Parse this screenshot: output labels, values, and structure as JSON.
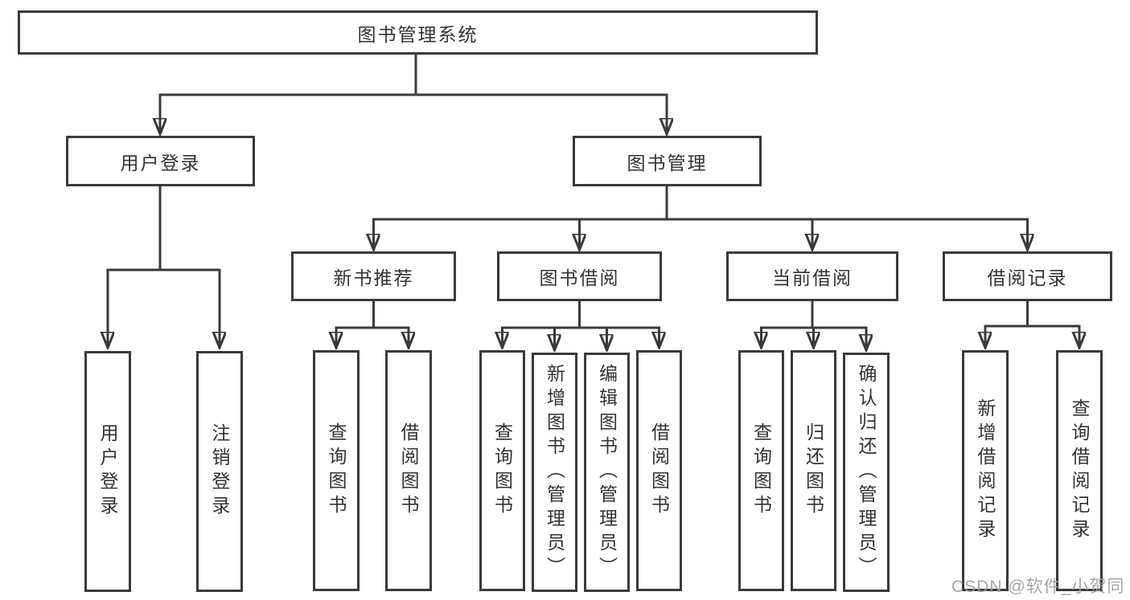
{
  "diagram": {
    "title": "图书管理系统",
    "type": "hierarchy-diagram",
    "colors": {
      "line": "#3a3a3a",
      "box_border": "#3a3a3a",
      "text": "#333333",
      "background": "#ffffff",
      "watermark": "#9e9e9e"
    },
    "nodes": {
      "root": "图书管理系统",
      "user_login": "用户登录",
      "book_mgmt": "图书管理",
      "new_book_rec": "新书推荐",
      "book_borrow": "图书借阅",
      "current_borrow": "当前借阅",
      "borrow_record": "借阅记录",
      "leaf_user_login": "用户登录",
      "leaf_logout": "注销登录",
      "leaf_query_book_1": "查询图书",
      "leaf_borrow_book_1": "借阅图书",
      "leaf_query_book_2": "查询图书",
      "leaf_add_book": "新增图书（管理员）",
      "leaf_edit_book": "编辑图书（管理员）",
      "leaf_borrow_book_2": "借阅图书",
      "leaf_query_book_3": "查询图书",
      "leaf_return_book": "归还图书",
      "leaf_confirm_return": "确认归还（管理员）",
      "leaf_add_record": "新增借阅记录",
      "leaf_query_record": "查询借阅记录"
    },
    "edges": [
      [
        "图书管理系统",
        "用户登录"
      ],
      [
        "图书管理系统",
        "图书管理"
      ],
      [
        "用户登录",
        "用户登录(叶)"
      ],
      [
        "用户登录",
        "注销登录"
      ],
      [
        "图书管理",
        "新书推荐"
      ],
      [
        "图书管理",
        "图书借阅"
      ],
      [
        "图书管理",
        "当前借阅"
      ],
      [
        "图书管理",
        "借阅记录"
      ],
      [
        "新书推荐",
        "查询图书"
      ],
      [
        "新书推荐",
        "借阅图书"
      ],
      [
        "图书借阅",
        "查询图书"
      ],
      [
        "图书借阅",
        "新增图书（管理员）"
      ],
      [
        "图书借阅",
        "编辑图书（管理员）"
      ],
      [
        "图书借阅",
        "借阅图书"
      ],
      [
        "当前借阅",
        "查询图书"
      ],
      [
        "当前借阅",
        "归还图书"
      ],
      [
        "当前借阅",
        "确认归还（管理员）"
      ],
      [
        "借阅记录",
        "新增借阅记录"
      ],
      [
        "借阅记录",
        "查询借阅记录"
      ]
    ]
  },
  "watermark": {
    "text": "CSDN @软件_小贺同学"
  }
}
